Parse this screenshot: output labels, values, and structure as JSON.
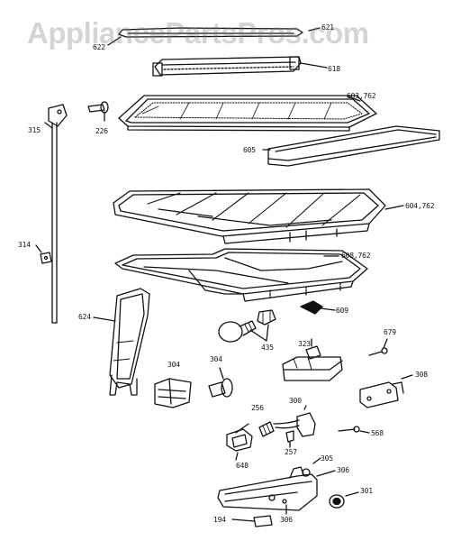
{
  "watermark": "AppliancePartsPros.com",
  "colors": {
    "ink": "#111111",
    "watermark": "#8a8a8a"
  },
  "labels": {
    "l621": "621",
    "l622": "622",
    "l618": "618",
    "l603": "603,762",
    "l315": "315",
    "l226": "226",
    "l605": "605",
    "l604": "604,762",
    "l314": "314",
    "l608": "608,762",
    "l609": "609",
    "l624": "624",
    "l323": "323",
    "l679": "679",
    "l435": "435",
    "l304a": "304",
    "l304b": "304",
    "l308": "308",
    "l256": "256",
    "l300": "300",
    "l257": "257",
    "l568": "568",
    "l648": "648",
    "l305": "305",
    "l306a": "306",
    "l301": "301",
    "l194": "194",
    "l306b": "306"
  }
}
